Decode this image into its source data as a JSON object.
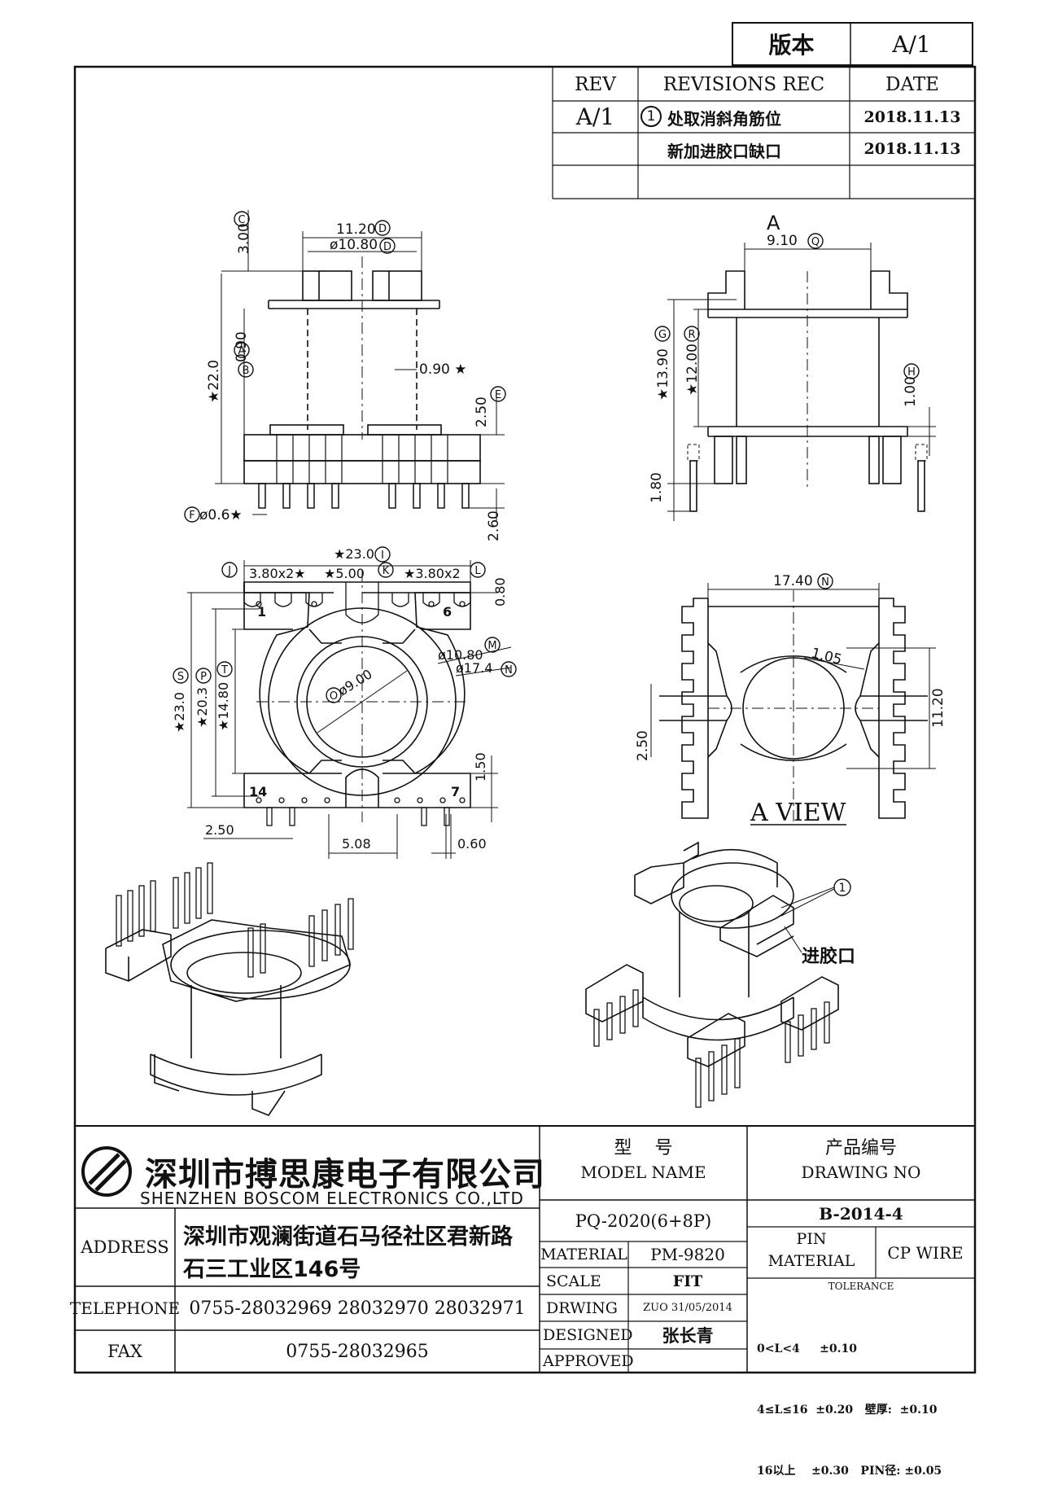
{
  "version_box": {
    "label": "版本",
    "value": "A/1"
  },
  "revisions": {
    "headers": {
      "rev": "REV",
      "rec": "REVISIONS REC",
      "date": "DATE"
    },
    "rev_value": "A/1",
    "marker": "1",
    "rows": [
      {
        "text": "处取消斜角筋位",
        "date": "2018.11.13"
      },
      {
        "text": "新加进胶口缺口",
        "date": "2018.11.13"
      }
    ]
  },
  "drawing": {
    "front": {
      "dims": [
        "11.20",
        "ø10.80",
        "3.00",
        "★22.0",
        "0.90",
        "0.90 ★",
        "2.50",
        "2.60",
        "ø0.6★"
      ],
      "labels": [
        "D",
        "D",
        "C",
        "A",
        "B",
        "E",
        "F"
      ]
    },
    "side": {
      "a_mark": "A",
      "dims": [
        "9.10",
        "★13.90",
        "★12.00",
        "1.00",
        "1.80"
      ],
      "labels": [
        "Q",
        "G",
        "R",
        "H"
      ]
    },
    "bottom": {
      "dims": [
        "★23.0",
        "3.80x2★",
        "★5.00",
        "★3.80x2",
        "0.80",
        "ø10.80",
        "ø17.4",
        "ø9.00",
        "★23.0",
        "★20.3",
        "★14.80",
        "1.50",
        "2.50",
        "5.08",
        "0.60"
      ],
      "labels": [
        "I",
        "J",
        "K",
        "L",
        "M",
        "N",
        "O",
        "S",
        "P",
        "T"
      ],
      "pins": [
        "1",
        "6",
        "14",
        "7"
      ]
    },
    "aview": {
      "dims": [
        "17.40",
        "1.05",
        "11.20",
        "2.50"
      ],
      "labels": [
        "N"
      ],
      "title": "A VIEW"
    },
    "iso": {
      "marker": "1",
      "gate_label": "进胶口"
    }
  },
  "titleblock": {
    "company_cn": "深圳市搏思康电子有限公司",
    "company_en": "SHENZHEN BOSCOM ELECTRONICS CO.,LTD",
    "address_label": "ADDRESS",
    "address_line1": "深圳市观澜街道石马径社区君新路",
    "address_line2": "石三工业区146号",
    "telephone_label": "TELEPHONE",
    "telephone_value": "0755-28032969 28032970 28032971",
    "fax_label": "FAX",
    "fax_value": "0755-28032965",
    "model_cn": "型    号",
    "model_en": "MODEL NAME",
    "model_value": "PQ-2020(6+8P)",
    "drawing_no_cn": "产品编号",
    "drawing_no_en": "DRAWING NO",
    "drawing_no_value": "B-2014-4",
    "material_label": "MATERIAL",
    "material_value": "PM-9820",
    "pin_material_label_1": "PIN",
    "pin_material_label_2": "MATERIAL",
    "pin_material_value": "CP WIRE",
    "scale_label": "SCALE",
    "scale_value": "FIT",
    "drwing_label": "DRWING",
    "drwing_value": "ZUO 31/05/2014",
    "designed_label": "DESIGNED",
    "designed_value": "张长青",
    "approved_label": "APPROVED",
    "tolerance_label": "TOLERANCE",
    "tolerance_rows": [
      "0<L<4     ±0.10",
      "4≤L≤16  ±0.20   壁厚:  ±0.10",
      "16以上    ±0.30   PIN径: ±0.05"
    ]
  }
}
